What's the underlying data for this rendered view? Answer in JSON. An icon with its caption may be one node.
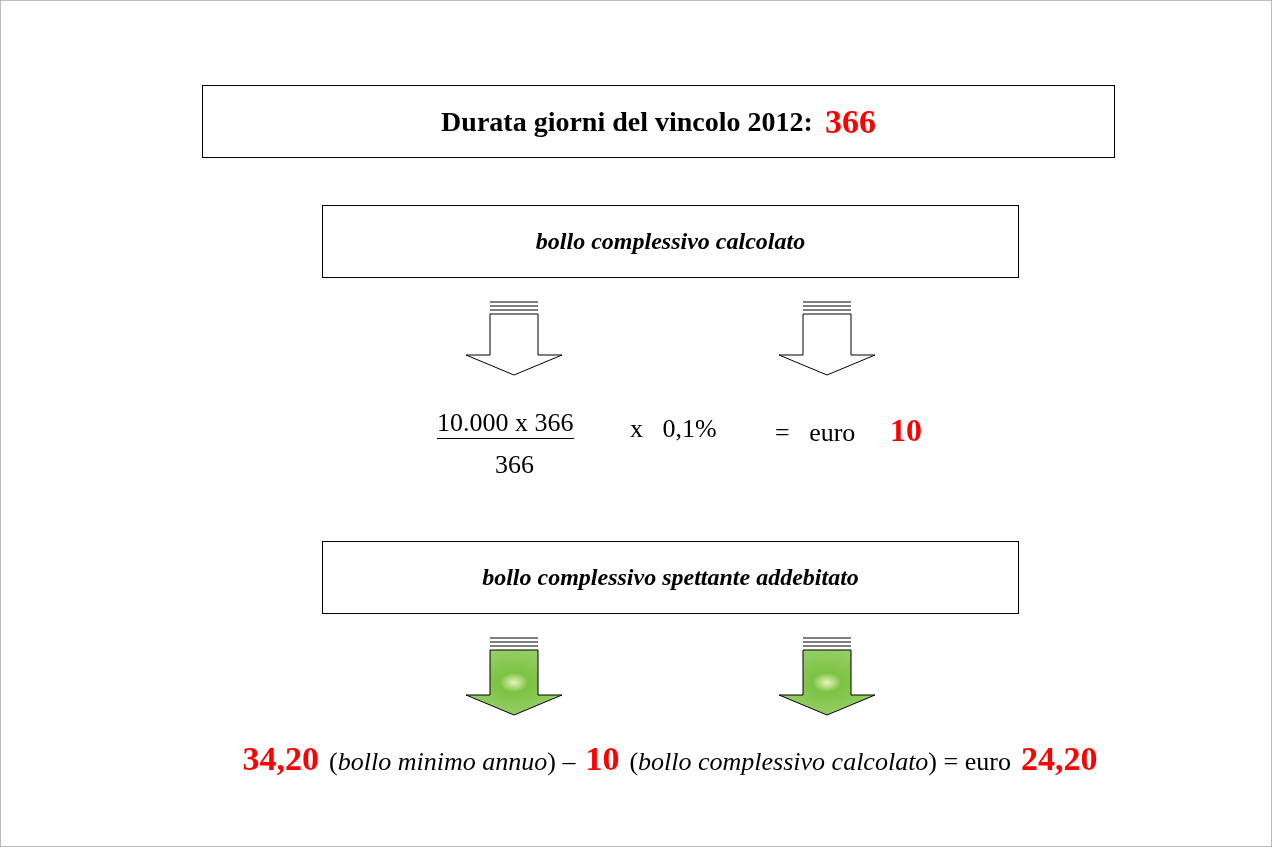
{
  "diagram": {
    "nodes": [
      {
        "text": [
          "Durata giorni del vincolo 2012:",
          "366"
        ]
      },
      {
        "text": [
          "bollo complessivo calcolato"
        ]
      },
      {
        "text": [
          "10.000 x 366",
          "366",
          "x   0,1%",
          "=   euro",
          "10"
        ]
      },
      {
        "text": [
          "bollo complessivo spettante addebitato"
        ]
      },
      {
        "text": [
          "34,20",
          "(*bollo minimo annuo*) –",
          "10",
          "(*bollo complessivo calcolato*) = euro",
          "24,20"
        ]
      }
    ],
    "edges": [
      {
        "from": 1,
        "to": 2,
        "arrow": "to"
      },
      {
        "from": 1,
        "to": 2,
        "arrow": "to"
      },
      {
        "from": 3,
        "to": 4,
        "arrow": "to",
        "color": "#7cc242"
      },
      {
        "from": 3,
        "to": 4,
        "arrow": "to",
        "color": "#7cc242"
      }
    ]
  }
}
